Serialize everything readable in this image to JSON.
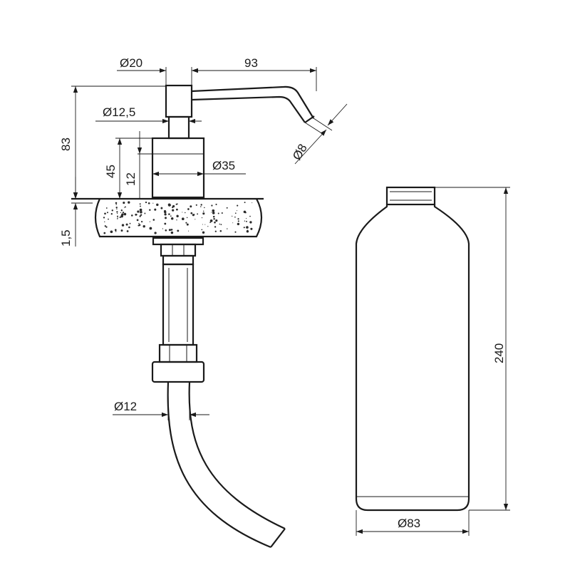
{
  "drawing": {
    "colors": {
      "line": "#1a1a1a",
      "background": "#ffffff",
      "granite_speckle": "#2a2a2a"
    },
    "dispenser": {
      "diameter_head": "Ø20",
      "spout_length": "93",
      "diameter_neck": "Ø12,5",
      "height_total": "83",
      "height_body": "45",
      "height_collar": "12",
      "diameter_base": "Ø35",
      "diameter_spout": "Ø8",
      "counter_thickness": "1,5",
      "diameter_tube": "Ø12"
    },
    "bottle": {
      "height": "240",
      "diameter": "Ø83"
    }
  }
}
